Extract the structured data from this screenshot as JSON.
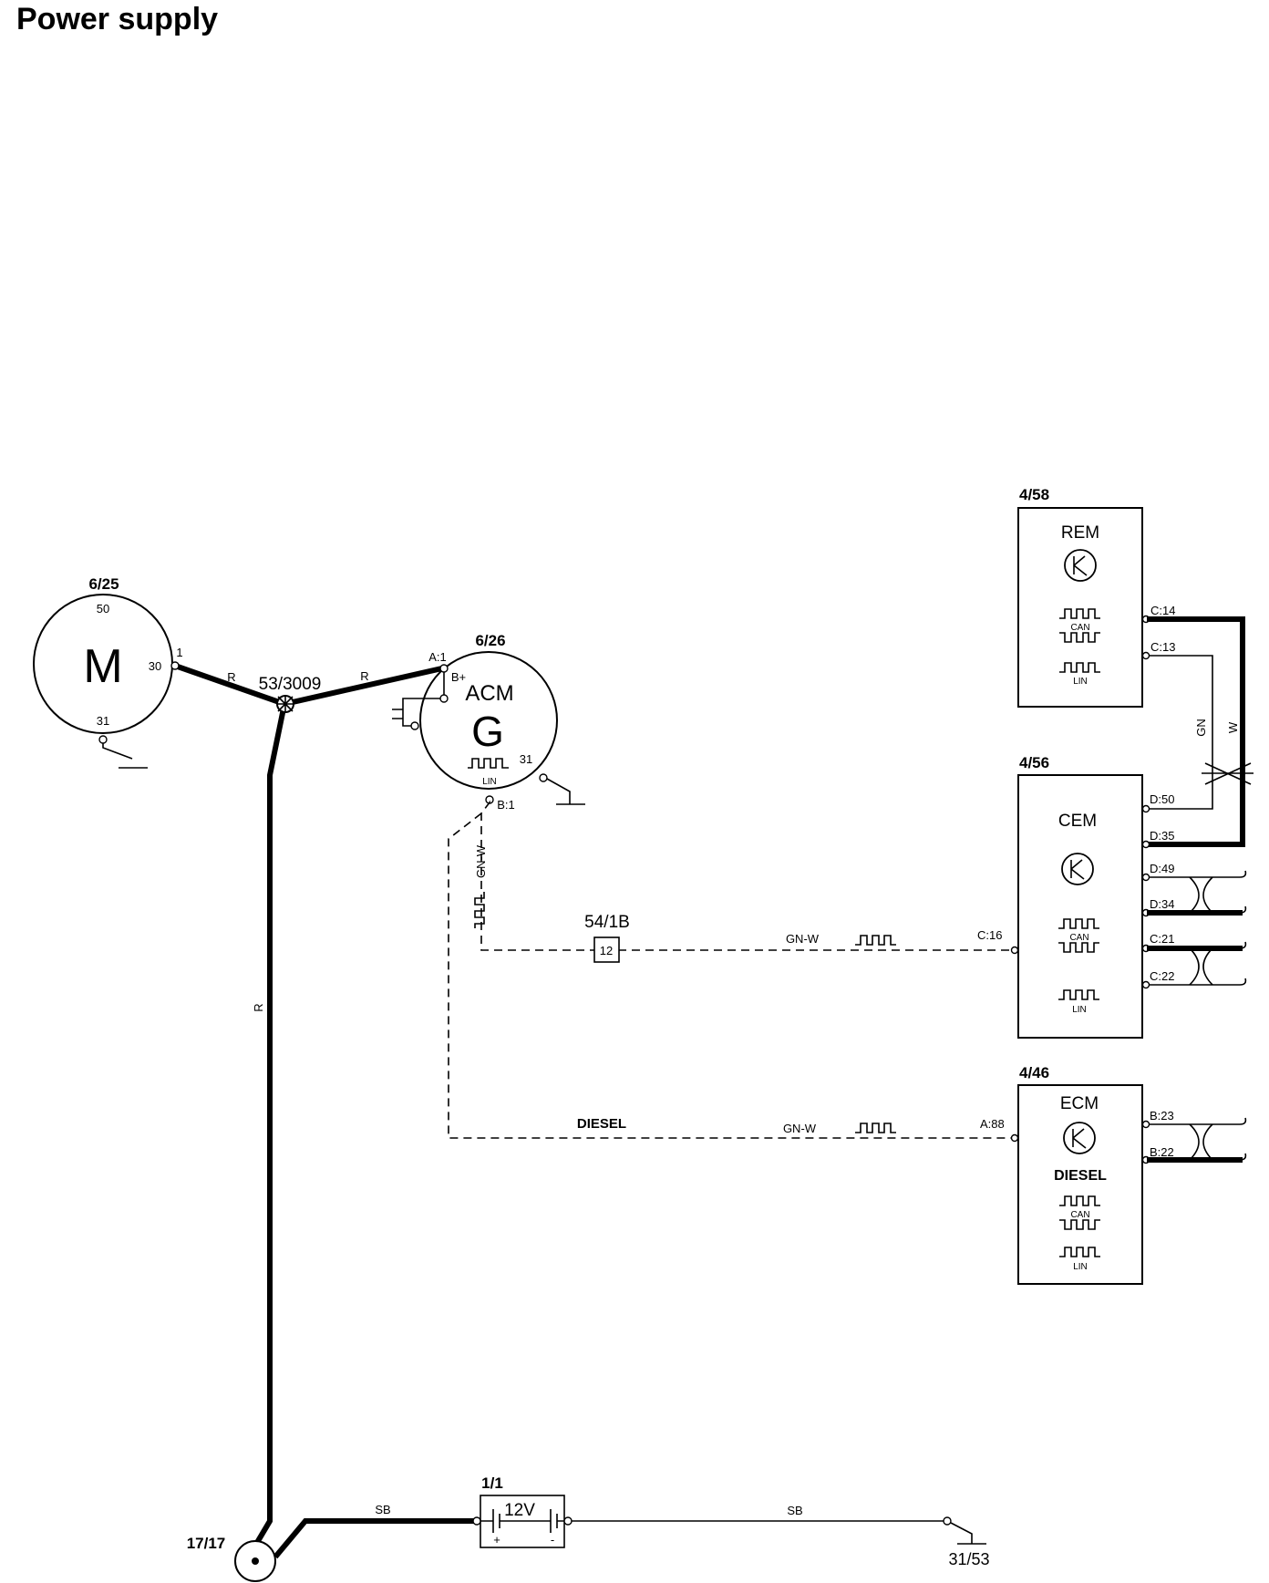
{
  "title": "Power supply",
  "components": {
    "starter": {
      "id": "6/25",
      "symbol": "M",
      "pin_50": "50",
      "pin_30": "30",
      "pin_31": "31",
      "pin_1": "1"
    },
    "alternator": {
      "id": "6/26",
      "name": "ACM",
      "symbol": "G",
      "pin_a1": "A:1",
      "pin_bplus": "B+",
      "pin_31": "31",
      "pin_b1": "B:1",
      "lin": "LIN"
    },
    "splice": {
      "id": "53/3009"
    },
    "rem": {
      "id": "4/58",
      "name": "REM",
      "can": "CAN",
      "lin": "LIN",
      "pin_c14": "C:14",
      "pin_c13": "C:13"
    },
    "cem": {
      "id": "4/56",
      "name": "CEM",
      "can": "CAN",
      "lin": "LIN",
      "pin_d50": "D:50",
      "pin_d35": "D:35",
      "pin_d49": "D:49",
      "pin_d34": "D:34",
      "pin_c21": "C:21",
      "pin_c22": "C:22",
      "pin_c16": "C:16"
    },
    "ecm": {
      "id": "4/46",
      "name": "ECM",
      "variant": "DIESEL",
      "can": "CAN",
      "lin": "LIN",
      "pin_b23": "B:23",
      "pin_b22": "B:22",
      "pin_a88": "A:88"
    },
    "connector": {
      "id": "54/1B",
      "pin": "12"
    },
    "battery": {
      "id": "1/1",
      "voltage": "12V",
      "plus": "+",
      "minus": "-"
    },
    "ground_point": {
      "id": "17/17"
    },
    "ground_31_53": {
      "id": "31/53"
    }
  },
  "wires": {
    "r_starter": "R",
    "r_alt": "R",
    "r_vertical": "R",
    "sb_left": "SB",
    "sb_right": "SB",
    "gn_w_vertical": "GN-W",
    "gn_w_cem": "GN-W",
    "gn_w_ecm": "GN-W",
    "diesel": "DIESEL",
    "gn": "GN",
    "w": "W"
  }
}
